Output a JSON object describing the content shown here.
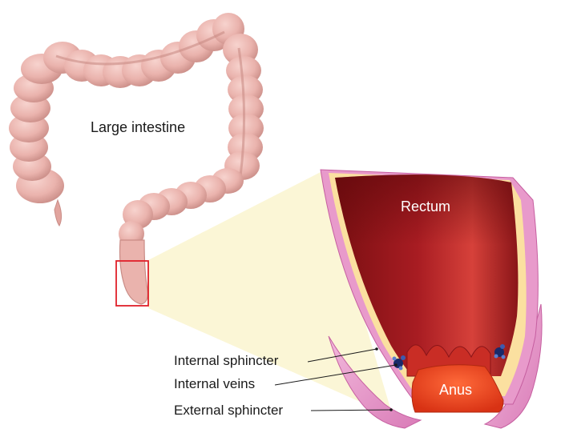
{
  "labels": {
    "large_intestine": "Large intestine",
    "rectum": "Rectum",
    "anus": "Anus",
    "internal_sphincter": "Internal sphincter",
    "internal_veins": "Internal veins",
    "external_sphincter": "External sphincter"
  },
  "colors": {
    "colon": "#eab3ad",
    "colon_shadow": "#c98c86",
    "zoom_fill": "#fbf6d6",
    "highlight_box": "#e0202a",
    "rectum_dark": "#7a0f12",
    "rectum_mid": "#b8262a",
    "anus": "#e8401f",
    "fat_layer": "#fbe0a0",
    "muscle": "#e89acb",
    "vein": "#1a2a6a"
  }
}
